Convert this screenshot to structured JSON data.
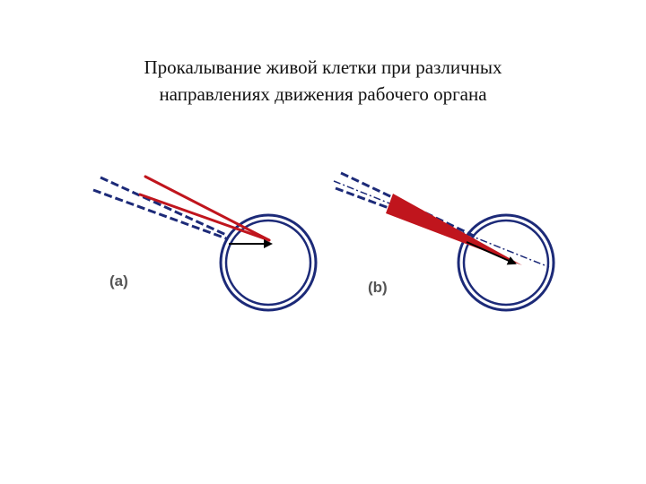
{
  "title": {
    "line1": "Прокалывание живой клетки при различных",
    "line2": "направлениях движения рабочего органа"
  },
  "panels": {
    "a": {
      "label": "(a)"
    },
    "b": {
      "label": "(b)"
    }
  },
  "colors": {
    "cell": "#1c2a78",
    "needle": "#c0151d",
    "dashed_trace": "#1c2a78",
    "arrow": "#000000",
    "label": "#555555"
  }
}
